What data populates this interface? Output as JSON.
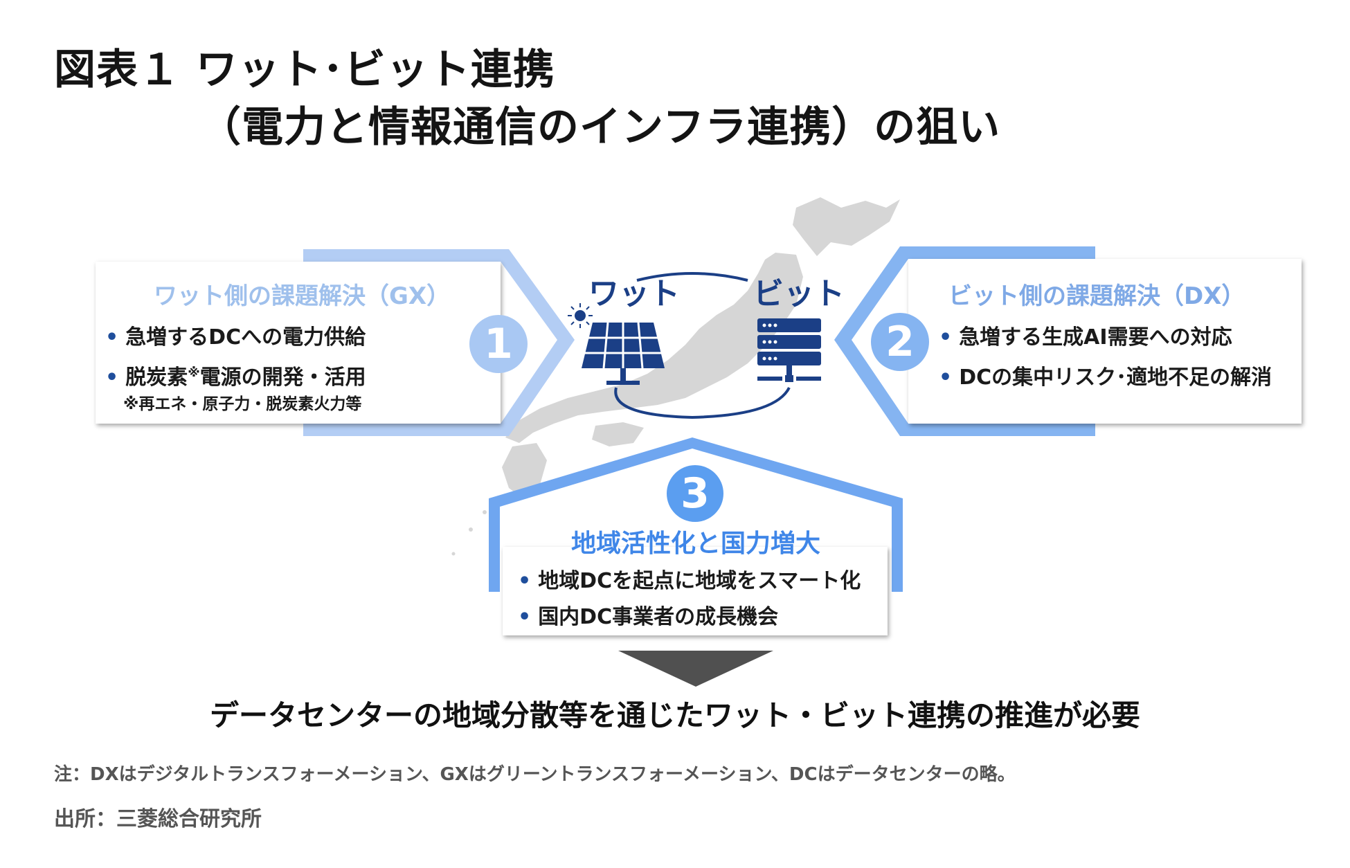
{
  "title": {
    "line1": "図表１ ワット･ビット連携",
    "line2": "（電力と情報通信のインフラ連携）の狙い"
  },
  "center": {
    "watt_label": "ワット",
    "bit_label": "ビット"
  },
  "boxes": [
    {
      "number": "1",
      "title": "ワット側の課題解決（GX）",
      "bullets": [
        "急増するDCへの電力供給",
        "脱炭素",
        "電源の開発・活用"
      ],
      "superscript": "※",
      "note": "※再エネ・原子力・脱炭素火力等"
    },
    {
      "number": "2",
      "title": "ビット側の課題解決（DX）",
      "bullets": [
        "急増する生成AI需要への対応",
        "DCの集中リスク･適地不足の解消"
      ]
    },
    {
      "number": "3",
      "title": "地域活性化と国力増大",
      "bullets": [
        "地域DCを起点に地域をスマート化",
        "国内DC事業者の成長機会"
      ]
    }
  ],
  "bullet_mark": "•",
  "conclusion": "データセンターの地域分散等を通じたワット・ビット連携の推進が必要",
  "footnotes": {
    "note": "注：DXはデジタルトランスフォーメーション、GXはグリーントランスフォーメーション、DCはデータセンターの略。",
    "source": "出所：三菱総合研究所"
  },
  "colors": {
    "light_blue": "#a9c8f3",
    "mid_blue": "#79aef0",
    "badge3_blue": "#5b9ef0",
    "navy": "#1b3f86",
    "title_gx": "#9fc0ec",
    "title_dx": "#7fa9e6",
    "title_3": "#3f86e8",
    "map_gray": "#d3d3d3",
    "arrow_gray": "#505050"
  },
  "icons": [
    "sun-icon",
    "solar-panel-icon",
    "server-icon",
    "japan-map"
  ]
}
